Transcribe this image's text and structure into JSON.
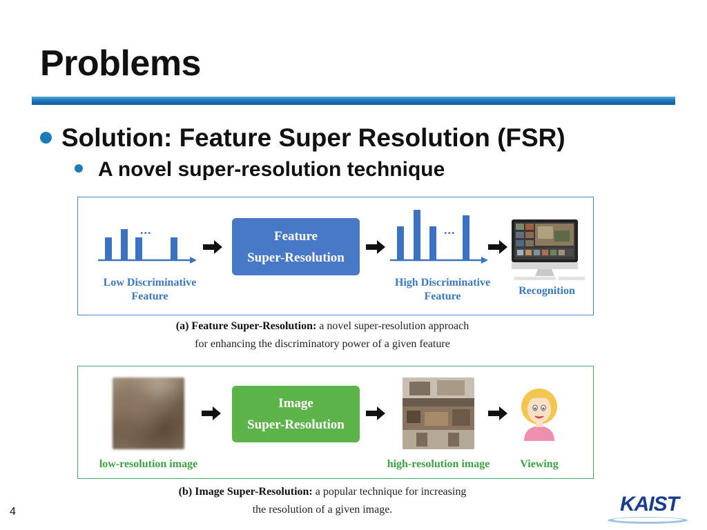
{
  "slide": {
    "title": "Problems",
    "bullets": [
      {
        "level": 1,
        "text": "Solution: Feature Super Resolution (FSR)"
      },
      {
        "level": 2,
        "text": "A novel super-resolution technique"
      }
    ],
    "page_number": "4"
  },
  "figure_a": {
    "box_line1": "Feature",
    "box_line2": "Super-Resolution",
    "left_caption_line1": "Low Discriminative",
    "left_caption_line2": "Feature",
    "mid_caption_line1": "High Discriminative",
    "mid_caption_line2": "Feature",
    "right_caption": "Recognition",
    "ellipsis": "...",
    "caption_bold": "(a) Feature Super-Resolution:",
    "caption_rest": " a novel super-resolution approach",
    "caption_line2": "for enhancing the discriminatory power of a given feature"
  },
  "figure_b": {
    "box_line1": "Image",
    "box_line2": "Super-Resolution",
    "left_caption": "low-resolution image",
    "mid_caption": "high-resolution image",
    "right_caption": "Viewing",
    "caption_bold": "(b) Image Super-Resolution:",
    "caption_rest": " a popular technique for increasing",
    "caption_line2": "the resolution of a given image."
  },
  "logo": {
    "text": "KAIST"
  },
  "colors": {
    "accent_blue": "#1a7cb9",
    "figure_blue": "#4779c6",
    "figure_green": "#5bb34a"
  }
}
